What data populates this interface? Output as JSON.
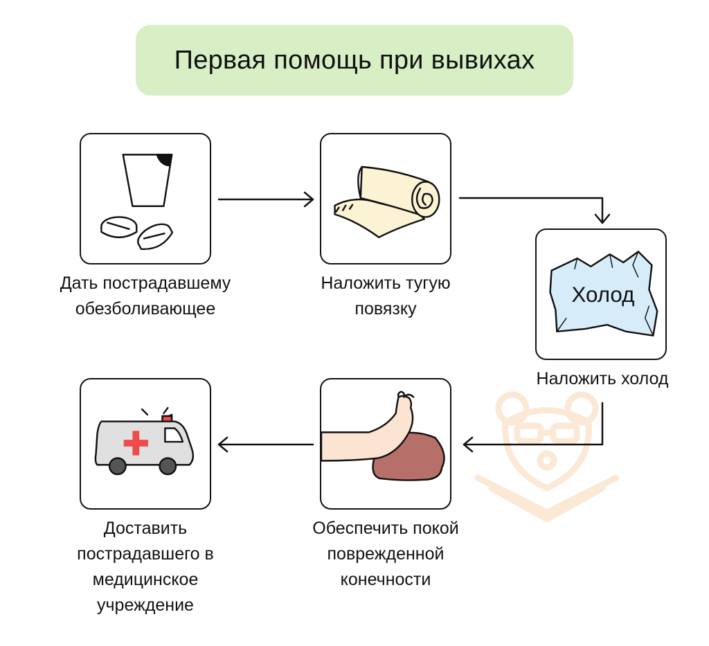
{
  "title": "Первая помощь при вывихах",
  "steps": [
    {
      "icon": "pills-and-glass-icon",
      "lines": [
        "Дать пострадавшему",
        "обезболивающее"
      ]
    },
    {
      "icon": "bandage-roll-icon",
      "lines": [
        "Наложить тугую",
        "повязку"
      ]
    },
    {
      "icon": "ice-icon",
      "icon_text": "Холод",
      "lines": [
        "Наложить холод"
      ]
    },
    {
      "icon": "leg-on-pillow-icon",
      "lines": [
        "Обеспечить покой",
        "поврежденной",
        "конечности"
      ]
    },
    {
      "icon": "ambulance-icon",
      "lines": [
        "Доставить",
        "пострадавшего в",
        "медицинское",
        "учреждение"
      ]
    }
  ],
  "colors": {
    "title_bg": "#d8eec4",
    "ice_fill": "#d6ecf8",
    "bandage_fill": "#fbf3d3",
    "pillow_fill": "#b76f6a",
    "skin_fill": "#fbe4d2",
    "cross_red": "#ef4b4b",
    "watermark": "#fbe9d6"
  }
}
